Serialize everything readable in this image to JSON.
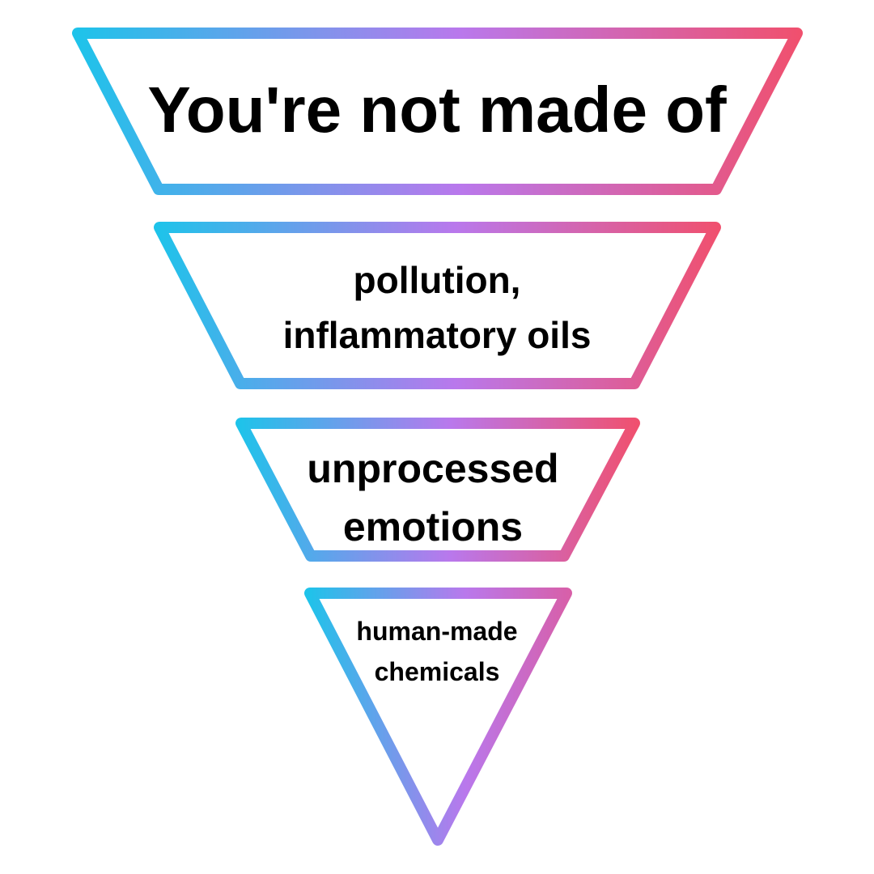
{
  "diagram": {
    "type": "inverted-funnel",
    "colors": {
      "gradient_start": "#1EC3EA",
      "gradient_mid": "#B978EC",
      "gradient_end": "#F0506E",
      "text": "#000000",
      "background": "#FFFFFF"
    },
    "levels": [
      {
        "lines": [
          "You're not made of"
        ]
      },
      {
        "lines": [
          "pollution,",
          "inflammatory oils"
        ]
      },
      {
        "lines": [
          "unprocessed",
          "emotions"
        ]
      },
      {
        "lines": [
          "human-made",
          "chemicals"
        ]
      }
    ]
  }
}
